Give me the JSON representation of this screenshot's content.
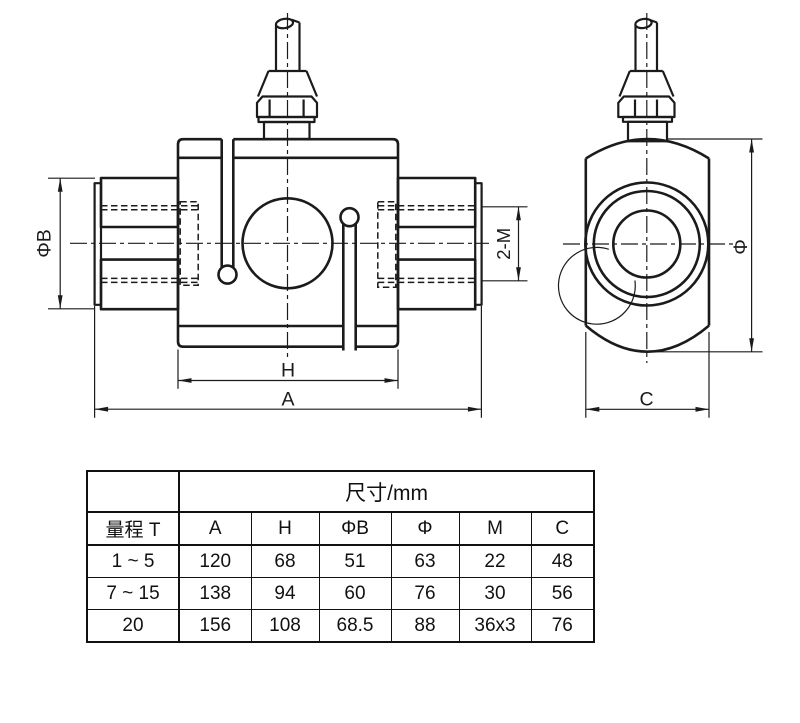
{
  "drawing": {
    "line_color": "#1b1b1b",
    "labels": {
      "phi_b": "ΦB",
      "two_m": "2-M",
      "height": "H",
      "length": "A",
      "phi": "Φ",
      "width": "C"
    }
  },
  "dim_table": {
    "title": "尺寸/mm",
    "range_header": "量程 T",
    "columns": [
      "A",
      "H",
      "ΦB",
      "Φ",
      "M",
      "C"
    ],
    "rows": [
      {
        "range": "1 ~ 5",
        "cells": [
          "120",
          "68",
          "51",
          "63",
          "22",
          "48"
        ]
      },
      {
        "range": "7 ~ 15",
        "cells": [
          "138",
          "94",
          "60",
          "76",
          "30",
          "56"
        ]
      },
      {
        "range": "20",
        "cells": [
          "156",
          "108",
          "68.5",
          "88",
          "36x3",
          "76"
        ]
      }
    ]
  }
}
